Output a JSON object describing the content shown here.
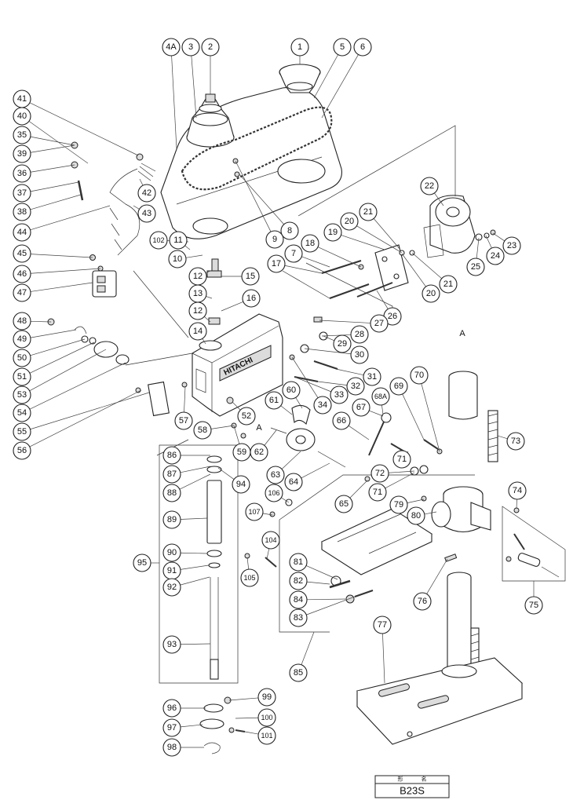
{
  "brand_text": "HITACHI",
  "section_markers": [
    "A",
    "A"
  ],
  "model_box": {
    "header_left": "形",
    "header_right": "名",
    "model": "B23S"
  },
  "callouts": [
    "4A",
    "3",
    "2",
    "1",
    "5",
    "6",
    "41",
    "40",
    "35",
    "39",
    "36",
    "37",
    "38",
    "42",
    "43",
    "44",
    "22",
    "21",
    "20",
    "19",
    "102",
    "11",
    "8",
    "9",
    "10",
    "45",
    "46",
    "47",
    "7",
    "18",
    "17",
    "23",
    "24",
    "25",
    "21",
    "20",
    "12",
    "15",
    "13",
    "16",
    "26",
    "12",
    "14",
    "48",
    "49",
    "50",
    "51",
    "53",
    "27",
    "28",
    "29",
    "30",
    "31",
    "32",
    "33",
    "34",
    "54",
    "55",
    "56",
    "57",
    "58",
    "52",
    "61",
    "60",
    "68A",
    "69",
    "70",
    "67",
    "66",
    "59",
    "62",
    "63",
    "64",
    "73",
    "71",
    "72",
    "86",
    "87",
    "94",
    "88",
    "106",
    "107",
    "65",
    "89",
    "71",
    "79",
    "80",
    "74",
    "104",
    "95",
    "90",
    "91",
    "105",
    "92",
    "81",
    "82",
    "84",
    "83",
    "76",
    "75",
    "85",
    "77",
    "93",
    "96",
    "99",
    "100",
    "97",
    "101",
    "98"
  ]
}
